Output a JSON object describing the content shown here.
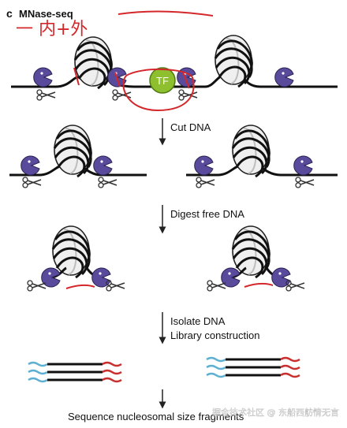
{
  "panel": {
    "letter": "c",
    "title": "MNase-seq"
  },
  "annotations": {
    "handwritten": "一 内+外",
    "tf_label": "TF"
  },
  "steps": [
    {
      "label": "Cut DNA"
    },
    {
      "label": "Digest free DNA"
    },
    {
      "label": "Isolate DNA",
      "label2": "Library construction"
    },
    {
      "label": "Sequence nucleosomal size fragments"
    }
  ],
  "watermark": "掘金技术社区 @ 东船西舫情无言",
  "colors": {
    "enzyme": "#5a4a9c",
    "tf_fill": "#8dbf2f",
    "annotation": "#d4272b",
    "read_left": "#5fb0d0",
    "read_right": "#c83030"
  }
}
